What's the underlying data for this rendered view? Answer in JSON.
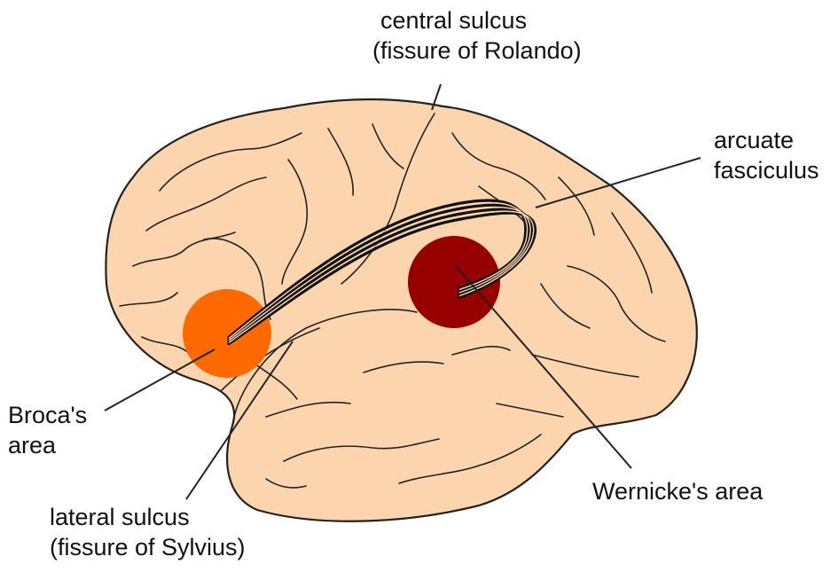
{
  "colors": {
    "brain_fill": "#fcd5ae",
    "outline": "#222222",
    "broca": "#ff6a00",
    "wernicke": "#960000",
    "tract": "#111111"
  },
  "labels": {
    "central_sulcus": {
      "line1": "central sulcus",
      "line2": "(fissure of Rolando)"
    },
    "arcuate_fasciculus": {
      "line1": "arcuate",
      "line2": "fasciculus"
    },
    "broca": {
      "line1": "Broca's",
      "line2": "area"
    },
    "lateral_sulcus": {
      "line1": "lateral sulcus",
      "line2": "(fissure of Sylvius)"
    },
    "wernicke": {
      "line1": "Wernicke's area"
    }
  }
}
